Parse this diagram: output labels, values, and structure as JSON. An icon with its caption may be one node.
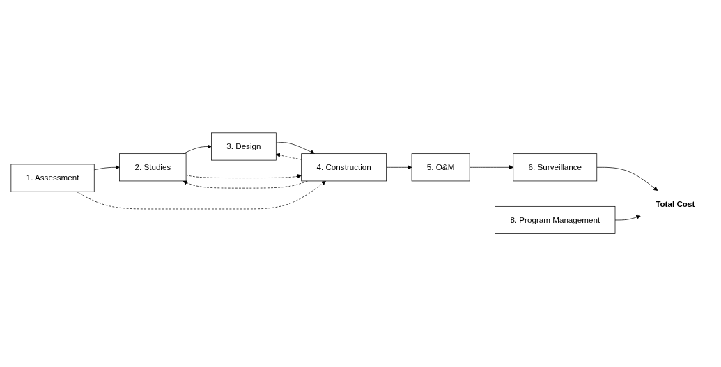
{
  "diagram": {
    "nodes": [
      {
        "text": [
          "1. Assessment"
        ]
      },
      {
        "text": [
          "2. Studies"
        ]
      },
      {
        "text": [
          "3. Design"
        ]
      },
      {
        "text": [
          "4. Construction"
        ]
      },
      {
        "text": [
          "5. O&M"
        ]
      },
      {
        "text": [
          "6. Surveillance"
        ]
      },
      {
        "text": [
          "Total Cost"
        ]
      },
      {
        "text": [
          "8. Program Management"
        ]
      }
    ],
    "edges": [
      {
        "from": 0,
        "to": 1,
        "arrow": "to"
      },
      {
        "from": 1,
        "to": 2,
        "arrow": "to"
      },
      {
        "from": 0,
        "to": 3,
        "arrow": "to",
        "style": "dashed"
      },
      {
        "from": 1,
        "to": 3,
        "arrow": "to",
        "style": "dashed"
      },
      {
        "from": 3,
        "to": 1,
        "arrow": "to",
        "style": "dashed"
      },
      {
        "from": 3,
        "to": 2,
        "arrow": "to",
        "style": "dashed"
      },
      {
        "from": 2,
        "to": 3,
        "arrow": "to"
      },
      {
        "from": 3,
        "to": 4,
        "arrow": "to"
      },
      {
        "from": 4,
        "to": 5,
        "arrow": "to"
      },
      {
        "from": 5,
        "to": 6,
        "arrow": "to"
      },
      {
        "from": 7,
        "to": 6,
        "arrow": "to"
      }
    ]
  }
}
